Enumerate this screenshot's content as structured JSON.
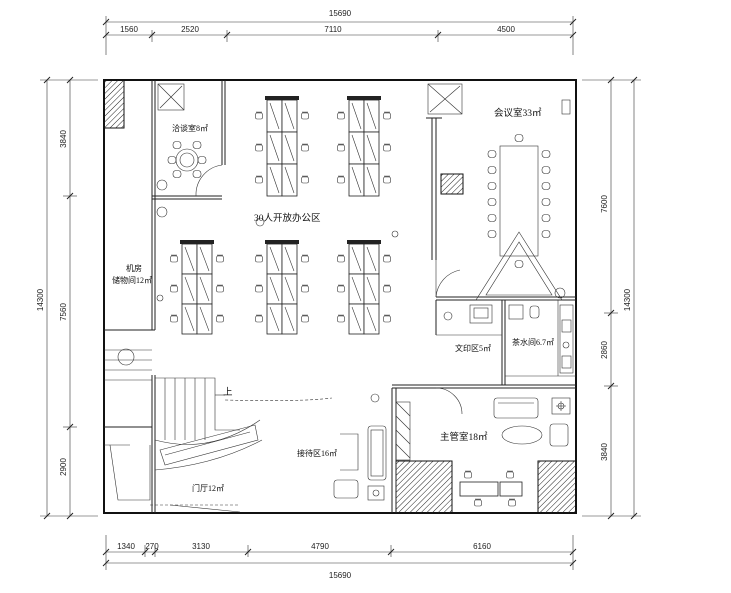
{
  "dimensions": {
    "top_total": "15690",
    "top_segments": [
      "1560",
      "2520",
      "7110",
      "4500"
    ],
    "bottom_total": "15690",
    "bottom_segments": [
      "1340",
      "270",
      "3130",
      "4790",
      "6160"
    ],
    "left_total": "14300",
    "left_segments": [
      "3840",
      "7560",
      "2900"
    ],
    "right_total": "14300",
    "right_segments": [
      "7600",
      "2860",
      "3840"
    ]
  },
  "rooms": {
    "negotiation": "洽谈室8㎡",
    "open_office": "30人开放办公区",
    "machine_room_line1": "机房",
    "machine_room_line2": "储物间12㎡",
    "meeting_room": "会议室33㎡",
    "print_area": "文印区5㎡",
    "tea_room": "茶水间6.7㎡",
    "manager_room": "主管室18㎡",
    "reception": "接待区16㎡",
    "lobby": "门厅12㎡",
    "stair_up": "上"
  }
}
